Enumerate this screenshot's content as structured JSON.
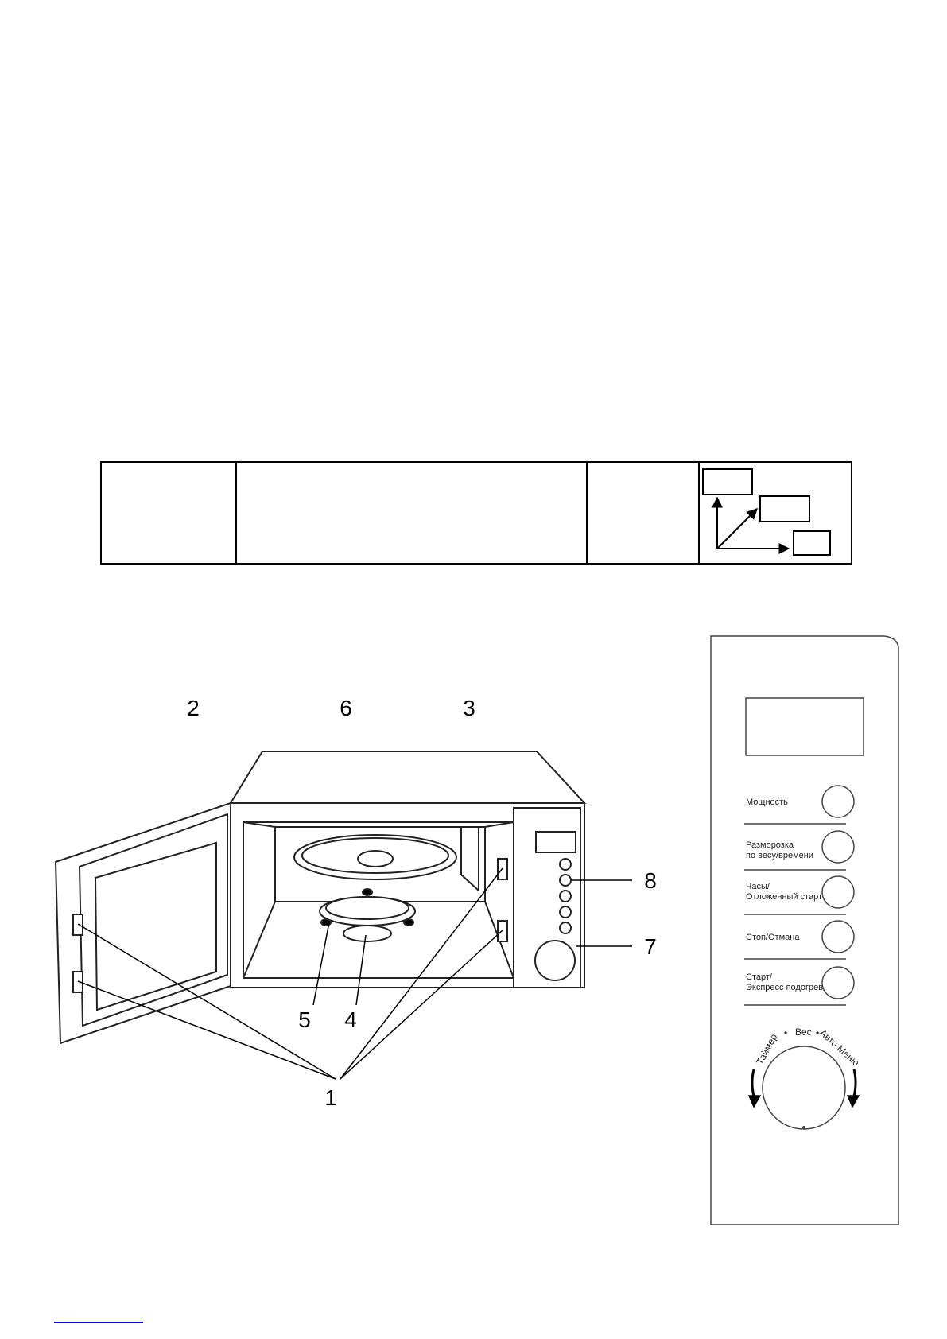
{
  "diagram": {
    "callouts": [
      "1",
      "2",
      "3",
      "4",
      "5",
      "6",
      "7",
      "8"
    ]
  },
  "control_panel": {
    "buttons": [
      "Мощность",
      "Разморозка по весу/времени",
      "Часы/ Отложенный старт",
      "Стоп/Отмана",
      "Старт/ Экспресс подогрев"
    ],
    "dial_labels": {
      "left": "Таймер",
      "center": "Вес",
      "right": "Авто Меню"
    }
  }
}
